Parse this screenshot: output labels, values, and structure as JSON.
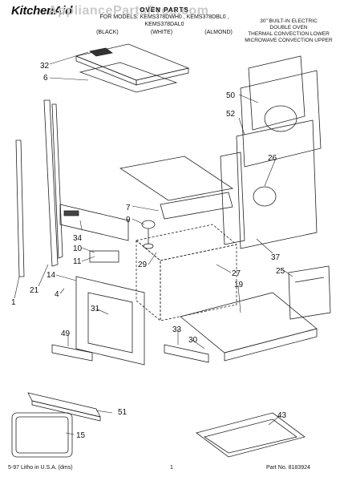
{
  "header": {
    "brand": "KitchenAid",
    "watermark": "AppliancePartsPros.com",
    "title": "OVEN PARTS",
    "model_line": "FOR MODELS: KEMS378DWH0 , KEMS378DBL0 , KEMS378DAL0",
    "colors": [
      "(BLACK)",
      "(WHITE)",
      "(ALMOND)"
    ],
    "description": [
      "30\" BUILT-IN ELECTRIC",
      "DOUBLE OVEN",
      "THERMAL CONVECTION LOWER",
      "MICROWAVE CONVECTION UPPER"
    ]
  },
  "callouts": [
    "32",
    "6",
    "50",
    "52",
    "26",
    "7",
    "9",
    "34",
    "10",
    "11",
    "29",
    "37",
    "27",
    "25",
    "14",
    "4",
    "21",
    "1",
    "31",
    "19",
    "49",
    "33",
    "30",
    "51",
    "43",
    "15"
  ],
  "footer": {
    "left": "5-97 Litho in U.S.A. (dms)",
    "center": "1",
    "right": "Part No. 8183924"
  }
}
